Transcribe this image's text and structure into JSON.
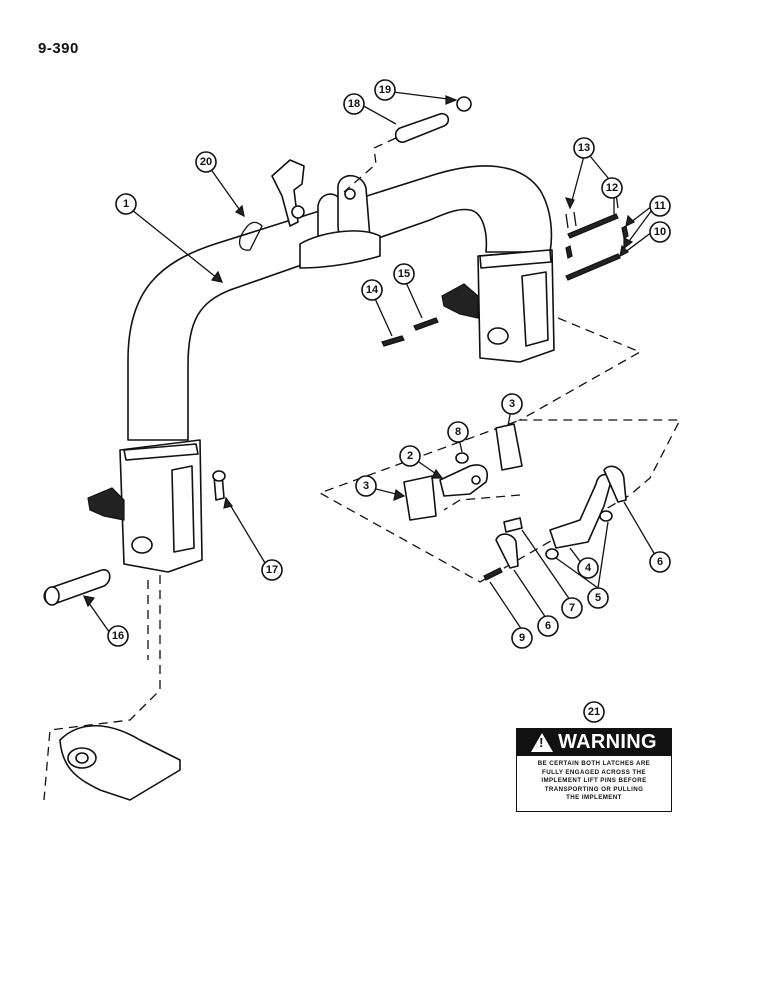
{
  "page_number": "9-390",
  "callouts": [
    "1",
    "2",
    "3",
    "3",
    "4",
    "5",
    "6",
    "6",
    "7",
    "8",
    "9",
    "10",
    "11",
    "12",
    "13",
    "14",
    "15",
    "16",
    "17",
    "18",
    "19",
    "20",
    "21"
  ],
  "warning": {
    "heading": "WARNING",
    "icon": "exclamation-triangle-icon",
    "lines": [
      "BE CERTAIN BOTH LATCHES ARE",
      "FULLY ENGAGED ACROSS THE",
      "IMPLEMENT LIFT PINS BEFORE",
      "TRANSPORTING OR PULLING",
      "THE IMPLEMENT"
    ]
  },
  "colors": {
    "ink": "#111111",
    "paper": "#ffffff"
  }
}
